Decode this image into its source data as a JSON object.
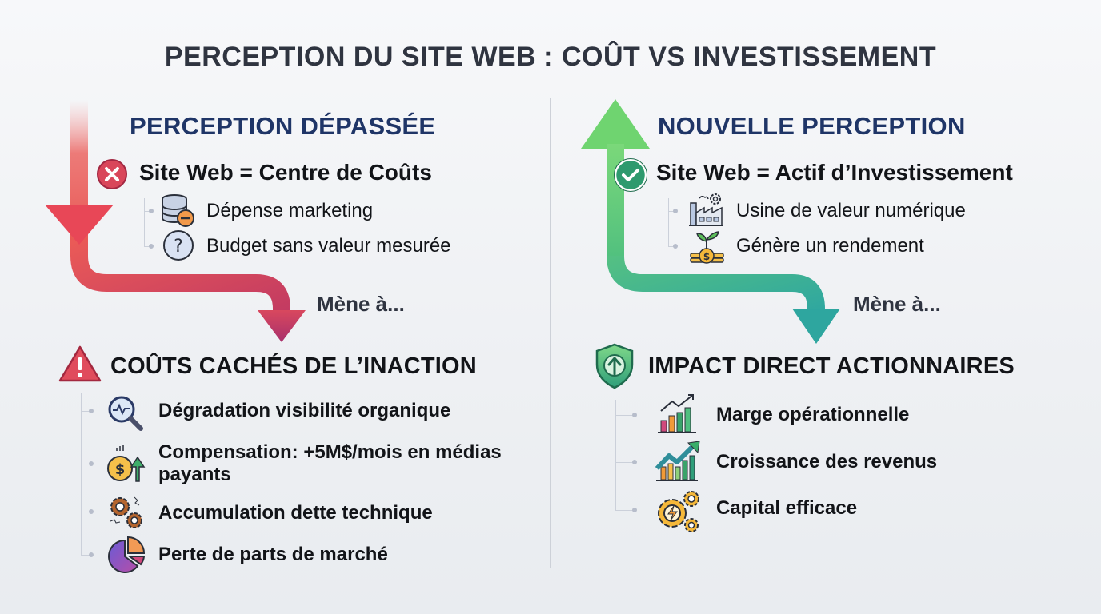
{
  "title": "PERCEPTION DU SITE WEB : COÛT VS INVESTISSEMENT",
  "left": {
    "section_title": "PERCEPTION DÉPASSÉE",
    "statement": "Site Web = Centre de Coûts",
    "statement_icon": "x-circle-icon",
    "sub_items": [
      {
        "icon": "database-minus-icon",
        "label": "Dépense marketing"
      },
      {
        "icon": "question-circle-icon",
        "label": "Budget sans valeur mesurée"
      }
    ],
    "leads_to": "Mène à...",
    "consequence_title": "COÛTS CACHÉS DE L’INACTION",
    "consequence_icon": "warning-icon",
    "consequences": [
      {
        "icon": "search-chart-icon",
        "label": "Dégradation visibilité organique"
      },
      {
        "icon": "dollar-up-icon",
        "label": "Compensation: +5M$/mois en médias payants"
      },
      {
        "icon": "broken-gears-icon",
        "label": "Accumulation dette technique"
      },
      {
        "icon": "pie-chart-icon",
        "label": "Perte de parts de marché"
      }
    ],
    "arrow_color_top": "#e9474f",
    "arrow_color_bottom": "#b8336a"
  },
  "right": {
    "section_title": "NOUVELLE PERCEPTION",
    "statement": "Site Web = Actif d’Investissement",
    "statement_icon": "check-circle-icon",
    "sub_items": [
      {
        "icon": "factory-icon",
        "label": "Usine de valeur numérique"
      },
      {
        "icon": "money-plant-icon",
        "label": "Génère un rendement"
      }
    ],
    "leads_to": "Mène à...",
    "consequence_title": "IMPACT DIRECT ACTIONNAIRES",
    "consequence_icon": "shield-up-icon",
    "consequences": [
      {
        "icon": "bar-chart-up-icon",
        "label": "Marge opérationnelle"
      },
      {
        "icon": "growth-chart-icon",
        "label": "Croissance des revenus"
      },
      {
        "icon": "energy-gears-icon",
        "label": "Capital efficace"
      }
    ],
    "arrow_color_top": "#6fcf6f",
    "arrow_color_bottom": "#2fa7a0"
  }
}
